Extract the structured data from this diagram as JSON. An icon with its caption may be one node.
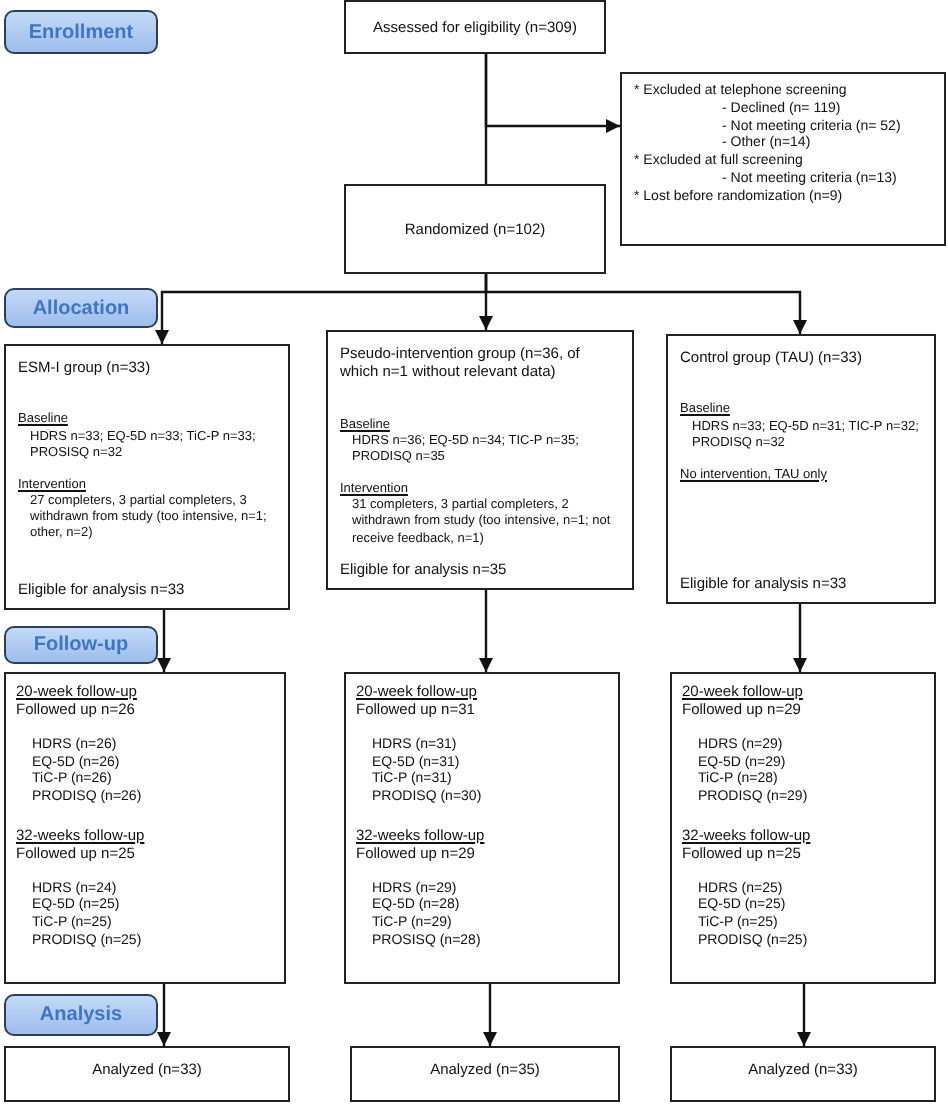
{
  "diagram": {
    "nodes": [
      {
        "text": [
          "Enrollment"
        ]
      },
      {
        "text": [
          "Assessed for eligibility (n=309)"
        ]
      },
      {
        "text": [
          "* Excluded at telephone screening",
          "- Declined (n= 119)",
          "- Not meeting criteria (n= 52)",
          "- Other (n=14)",
          "* Excluded at full screening",
          "- Not meeting criteria (n=13)",
          "* Lost before randomization (n=9)"
        ]
      },
      {
        "text": [
          "Randomized (n=102)"
        ]
      },
      {
        "text": [
          "Allocation"
        ]
      },
      {
        "text": [
          "ESM-I group (n=33)",
          "Baseline",
          "HDRS n=33; EQ-5D n=33; TiC-P n=33; PROSISQ n=32",
          "Intervention",
          "27 completers, 3 partial completers, 3 withdrawn from study (too intensive, n=1; other, n=2)",
          "Eligible for analysis n=33"
        ]
      },
      {
        "text": [
          "Pseudo-intervention group (n=36, of which n=1 without relevant data)",
          "Baseline",
          "HDRS n=36; EQ-5D n=34; TIC-P n=35; PRODISQ n=35",
          "Intervention",
          "31 completers, 3 partial completers, 2 withdrawn from study (too intensive, n=1; not receive feedback, n=1)",
          "Eligible for analysis n=35"
        ]
      },
      {
        "text": [
          "Control group (TAU) (n=33)",
          "Baseline",
          "HDRS n=33; EQ-5D n=31; TIC-P n=32; PRODISQ n=32",
          "No intervention, TAU only",
          "Eligible for analysis n=33"
        ]
      },
      {
        "text": [
          "Follow-up"
        ]
      },
      {
        "text": [
          "20-week follow-up",
          "Followed up n=26",
          "HDRS (n=26)",
          "EQ-5D (n=26)",
          "TiC-P (n=26)",
          "PRODISQ (n=26)",
          "32-weeks follow-up",
          "Followed up n=25",
          "HDRS (n=24)",
          "EQ-5D (n=25)",
          "TiC-P (n=25)",
          "PRODISQ (n=25)"
        ]
      },
      {
        "text": [
          "20-week follow-up",
          "Followed up n=31",
          "HDRS (n=31)",
          "EQ-5D (n=31)",
          "TiC-P (n=31)",
          "PRODISQ (n=30)",
          "32-weeks follow-up",
          "Followed up n=29",
          "HDRS (n=29)",
          "EQ-5D (n=28)",
          "TiC-P (n=29)",
          "PROSISQ (n=28)"
        ]
      },
      {
        "text": [
          "20-week follow-up",
          "Followed up n=29",
          "HDRS (n=29)",
          "EQ-5D (n=29)",
          "TiC-P (n=28)",
          "PRODISQ (n=29)",
          "32-weeks follow-up",
          "Followed up n=25",
          "HDRS (n=25)",
          "EQ-5D (n=25)",
          "TiC-P (n=25)",
          "PRODISQ (n=25)"
        ]
      },
      {
        "text": [
          "Analysis"
        ]
      },
      {
        "text": [
          "Analyzed (n=33)"
        ]
      },
      {
        "text": [
          "Analyzed (n=35)"
        ]
      },
      {
        "text": [
          "Analyzed (n=33)"
        ]
      }
    ],
    "edges": [
      {
        "from": 1,
        "to": 3,
        "arrow": "none"
      },
      {
        "from": 1,
        "to": 2,
        "arrow": "to"
      },
      {
        "from": 3,
        "to": 5,
        "arrow": "to"
      },
      {
        "from": 3,
        "to": 6,
        "arrow": "to"
      },
      {
        "from": 3,
        "to": 7,
        "arrow": "to"
      },
      {
        "from": 5,
        "to": 9,
        "arrow": "to"
      },
      {
        "from": 6,
        "to": 10,
        "arrow": "to"
      },
      {
        "from": 7,
        "to": 11,
        "arrow": "to"
      },
      {
        "from": 9,
        "to": 13,
        "arrow": "to"
      },
      {
        "from": 10,
        "to": 14,
        "arrow": "to"
      },
      {
        "from": 11,
        "to": 15,
        "arrow": "to"
      }
    ]
  }
}
